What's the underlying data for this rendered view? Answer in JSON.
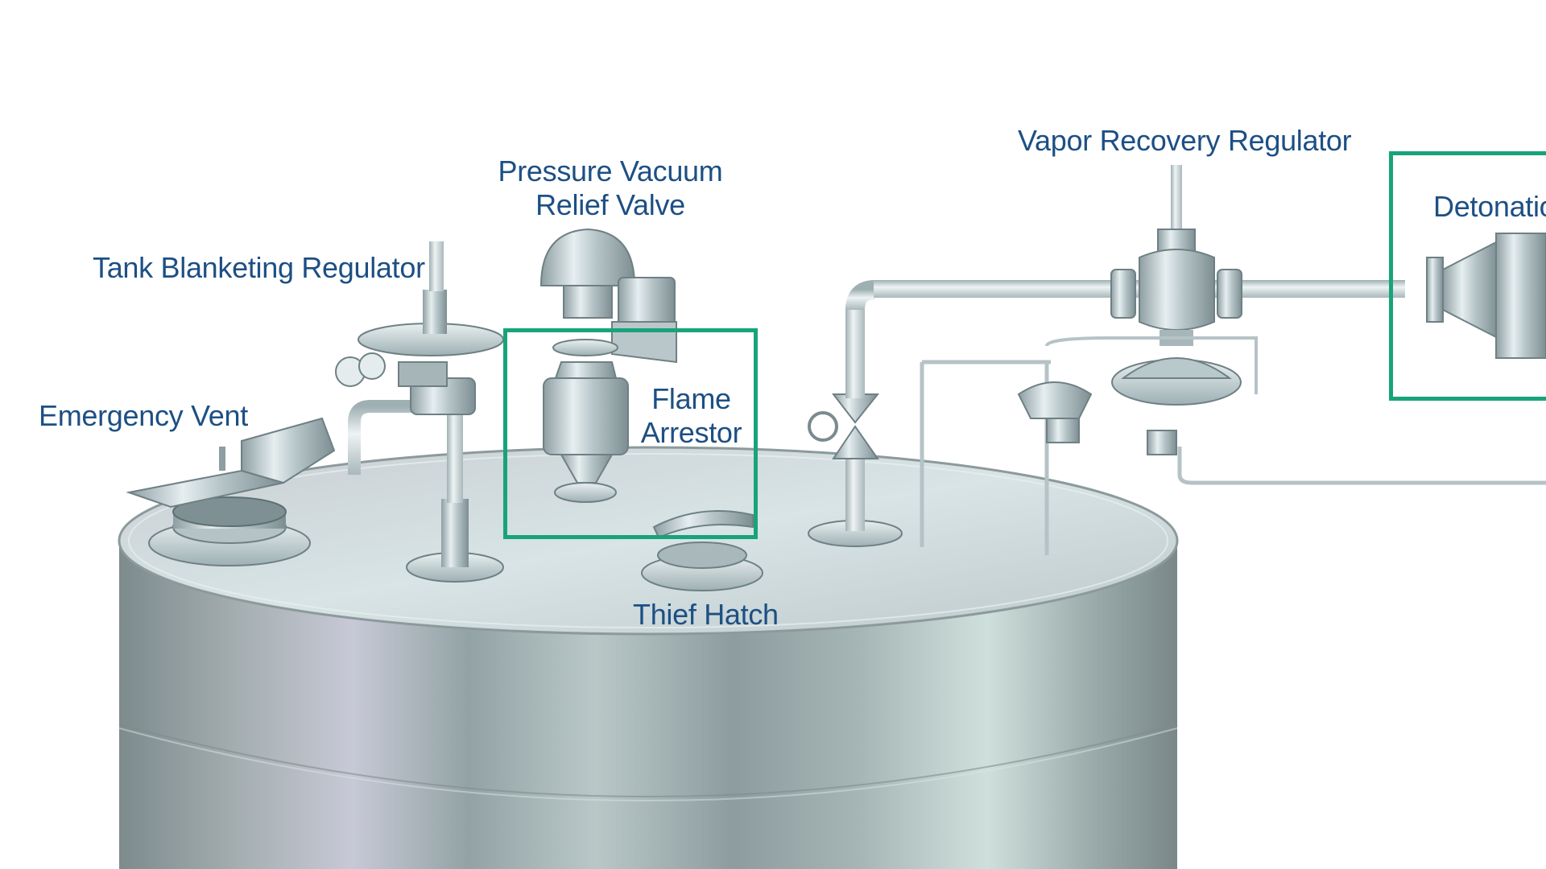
{
  "labels": {
    "emergency_vent": "Emergency Vent",
    "tank_blanketing_regulator": "Tank Blanketing Regulator",
    "pressure_vacuum_relief_valve_line1": "Pressure Vacuum",
    "pressure_vacuum_relief_valve_line2": "Relief Valve",
    "flame_arrestor_line1": "Flame",
    "flame_arrestor_line2": "Arrestor",
    "thief_hatch": "Thief Hatch",
    "vapor_recovery_regulator": "Vapor Recovery Regulator",
    "detonation_arrestor_partial": "Detonatio"
  },
  "colors": {
    "label_text": "#1d4f84",
    "highlight_box": "#18a37a",
    "tank_metal": "#a9b7b9",
    "pipe": "#c9d2d4"
  },
  "icons": {
    "tank": "storage-tank",
    "emergency_vent": "hinged-vent-cover",
    "tank_blanketing_regulator": "pressure-regulator",
    "pressure_vacuum_relief_valve": "relief-valve",
    "flame_arrestor": "flame-arrestor",
    "thief_hatch": "gauge-hatch",
    "vapor_recovery_regulator": "pressure-regulator",
    "gate_valve": "gate-valve",
    "detonation_arrestor": "inline-arrestor"
  },
  "highlighted": [
    "flame_arrestor",
    "detonation_arrestor"
  ]
}
